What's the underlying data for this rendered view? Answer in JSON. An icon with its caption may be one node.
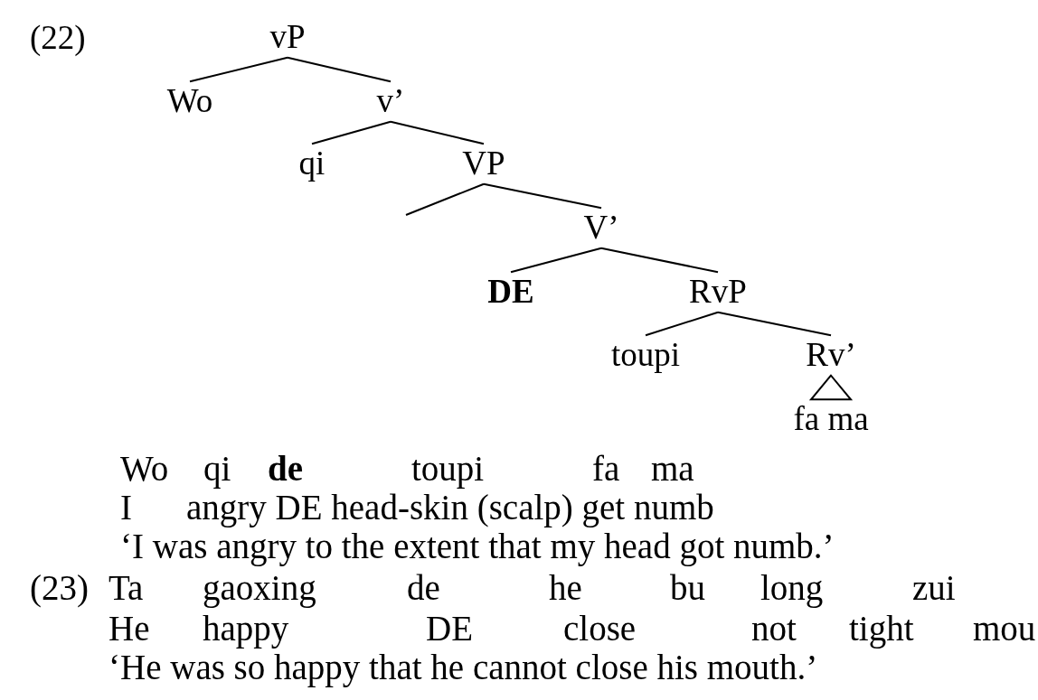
{
  "diagram": {
    "nodes": [
      {
        "text": [
          "vP"
        ]
      },
      {
        "text": [
          "Wo"
        ]
      },
      {
        "text": [
          "v’"
        ]
      },
      {
        "text": [
          "qi"
        ]
      },
      {
        "text": [
          "VP"
        ]
      },
      {
        "text": [
          "V’"
        ]
      },
      {
        "text": [
          "DE"
        ]
      },
      {
        "text": [
          "RvP"
        ]
      },
      {
        "text": [
          "toupi"
        ]
      },
      {
        "text": [
          "Rv’"
        ]
      },
      {
        "text": [
          "fa ma"
        ]
      }
    ],
    "edges": [
      {
        "from": 0,
        "to": 1,
        "arrow": "none"
      },
      {
        "from": 0,
        "to": 2,
        "arrow": "none"
      },
      {
        "from": 2,
        "to": 3,
        "arrow": "none"
      },
      {
        "from": 2,
        "to": 4,
        "arrow": "none"
      },
      {
        "from": 4,
        "to": null,
        "arrow": "none"
      },
      {
        "from": 4,
        "to": 5,
        "arrow": "none"
      },
      {
        "from": 5,
        "to": 6,
        "arrow": "none"
      },
      {
        "from": 5,
        "to": 7,
        "arrow": "none"
      },
      {
        "from": 7,
        "to": 8,
        "arrow": "none"
      },
      {
        "from": 7,
        "to": 9,
        "arrow": "none"
      },
      {
        "from": 9,
        "to": 10,
        "arrow": "none"
      }
    ],
    "labels": [
      "(22)",
      "Wo",
      "qi",
      "de",
      "toupi",
      "fa",
      "ma",
      "I",
      "angry DE head-skin (scalp) get numb",
      "‘I was angry to the extent that my head got numb.’",
      "(23)",
      "Ta",
      "gaoxing",
      "de",
      "he",
      "bu",
      "long",
      "zui",
      "He",
      "happy",
      "DE",
      "close",
      "not",
      "tight",
      "mou",
      "‘He was so happy that he cannot close his mouth.’"
    ]
  }
}
